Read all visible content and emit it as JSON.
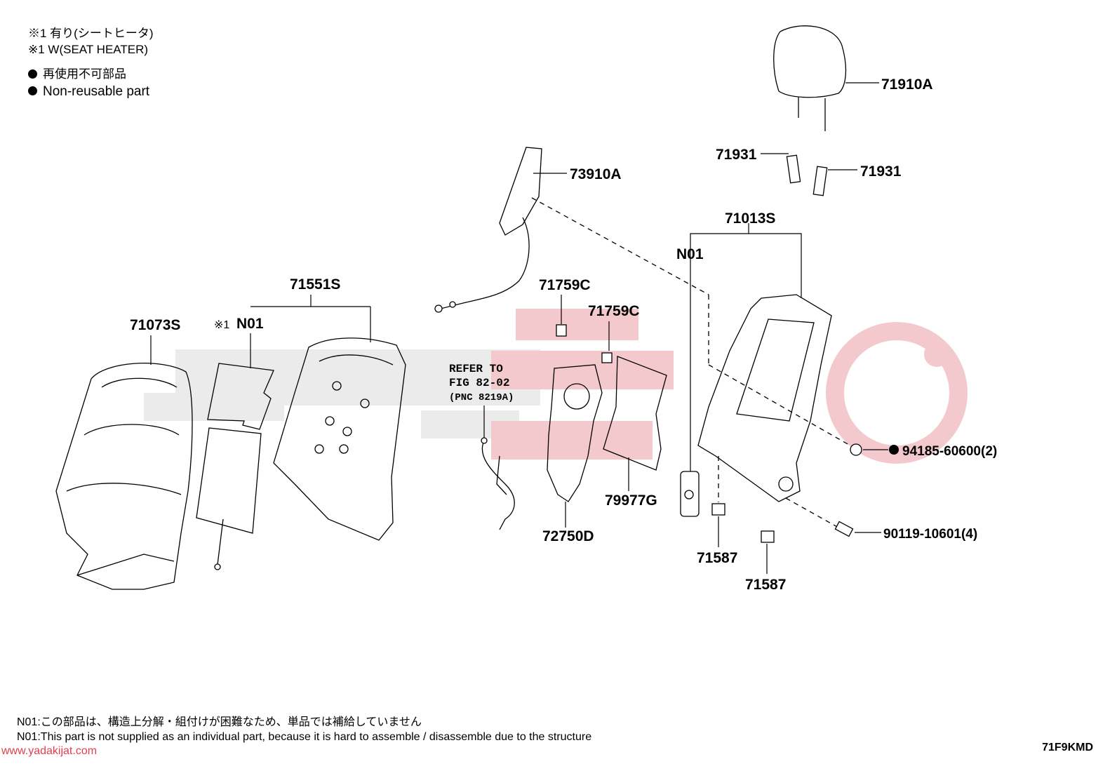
{
  "legend": {
    "heater_jp": "※1 有り(シートヒータ)",
    "heater_en": "※1 W(SEAT HEATER)",
    "nonreusable_jp": "再使用不可部品",
    "nonreusable_en": "Non-reusable part"
  },
  "parts": {
    "p71073S": "71073S",
    "p71551S": "71551S",
    "pN01_left": "N01",
    "note_mark": "※1",
    "p73910A": "73910A",
    "p71759C_1": "71759C",
    "p71759C_2": "71759C",
    "p72750D": "72750D",
    "p79977G": "79977G",
    "p71910A": "71910A",
    "p71931_1": "71931",
    "p71931_2": "71931",
    "p71013S": "71013S",
    "pN01_right": "N01",
    "p94185": "94185-60600(2)",
    "p90119": "90119-10601(4)",
    "p71587_1": "71587",
    "p71587_2": "71587"
  },
  "refer": {
    "line1": "REFER TO",
    "line2": "FIG 82-02",
    "line3": "(PNC 8219A)"
  },
  "footer": {
    "note_jp": "N01:この部品は、構造上分解・組付けが困難なため、単品では補給していません",
    "note_en": "N01:This part is not supplied as an individual part, because it is hard to assemble / disassemble due to the structure",
    "website": "www.yadakijat.com",
    "diagram_code": "71F9KMD"
  },
  "colors": {
    "watermark_gray": "#ebebeb",
    "watermark_red": "#f3c9cd",
    "url_red": "#e04050"
  }
}
